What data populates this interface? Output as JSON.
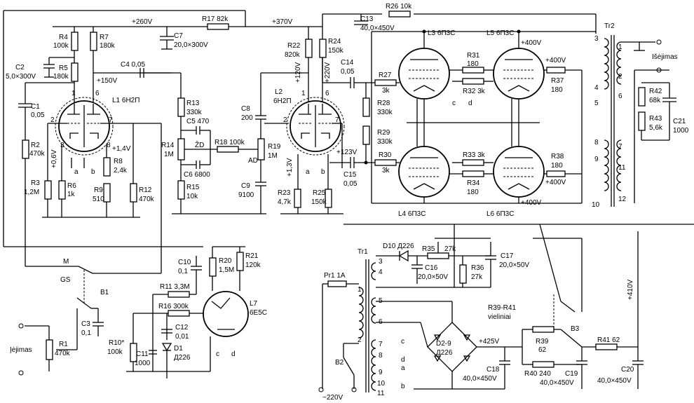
{
  "voltages": {
    "v260": "+260V",
    "v370": "+370V",
    "v150": "+150V",
    "v120": "+120V",
    "v220": "+220V",
    "v123": "+123V",
    "v13": "+1,3V",
    "v06": "+0,6V",
    "v14": "+1,4V",
    "v400a": "+400V",
    "v400b": "+400V",
    "v400c": "+400V",
    "v400d": "+400V",
    "v425": "+425V",
    "v410": "+410V",
    "mains": "~220V"
  },
  "resistors": {
    "r1": "R1",
    "r1v": "470k",
    "r2": "R2",
    "r2v": "470k",
    "r3": "R3",
    "r3v": "1,2M",
    "r4": "R4",
    "r4v": "100k",
    "r5": "R5",
    "r5v": "180k",
    "r6": "R6",
    "r6v": "1k",
    "r7": "R7",
    "r7v": "180k",
    "r8": "R8",
    "r8v": "2,4k",
    "r9": "R9",
    "r9v": "510",
    "r10": "R10*",
    "r10v": "100k",
    "r11": "R11 3,3M",
    "r12": "R12",
    "r12v": "470k",
    "r13": "R13",
    "r13v": "330k",
    "r14": "R14",
    "r14v": "1M",
    "r15": "R15",
    "r15v": "10k",
    "r16": "R16 300k",
    "r17": "R17 82k",
    "r18": "R18 100k",
    "r19": "R19",
    "r19v": "1M",
    "r20": "R20",
    "r20v": "1,5M",
    "r21": "R21",
    "r21v": "120k",
    "r22": "R22",
    "r22v": "820k",
    "r23": "R23",
    "r23v": "4,7k",
    "r24": "R24",
    "r24v": "150k",
    "r25": "R25",
    "r25v": "150k",
    "r26": "R26 10k",
    "r27": "R27",
    "r27v": "3k",
    "r28": "R28",
    "r28v": "330k",
    "r29": "R29",
    "r29v": "330k",
    "r30": "R30",
    "r30v": "3k",
    "r31": "R31",
    "r31v": "180",
    "r32": "R32 3k",
    "r33": "R33 3k",
    "r34": "R34",
    "r34v": "180",
    "r35": "R35",
    "r35v": "27k",
    "r36": "R36",
    "r36v": "27k",
    "r37": "R37",
    "r37v": "180",
    "r38": "R38",
    "r38v": "180",
    "r39": "R39",
    "r39v": "62",
    "r40": "R40 240",
    "r41": "R41 62",
    "r42": "R42",
    "r42v": "68k",
    "r43": "R43",
    "r43v": "5,6k",
    "r3941": "R39-R41",
    "r3941b": "vieliniai"
  },
  "capacitors": {
    "c1": "C1",
    "c1v": "0,05",
    "c2": "C2",
    "c2v": "5,0×300V",
    "c3": "C3",
    "c3v": "0,1",
    "c4": "C4 0,05",
    "c5": "C5 470",
    "c6": "C6 6800",
    "c7": "C7",
    "c7v": "20,0×300V",
    "c8": "C8",
    "c8v": "200",
    "c9": "C9",
    "c9v": "9100",
    "c10": "C10",
    "c10v": "0,1",
    "c11": "C11",
    "c11v": "1000",
    "c12": "C12",
    "c12v": "0,01",
    "c13": "C13",
    "c13v": "40,0×450V",
    "c14": "C14",
    "c14v": "0,05",
    "c15": "C15",
    "c15v": "0,05",
    "c16": "C16",
    "c16v": "20,0×50V",
    "c17": "C17",
    "c17v": "20,0×50V",
    "c18": "C18",
    "c18v": "40,0×450V",
    "c19": "C19",
    "c19v": "40,0×450V",
    "c20": "C20",
    "c20v": "40,0×450V",
    "c21": "C21",
    "c21v": "1000"
  },
  "tubes": {
    "l1": "L1 6Н2П",
    "l2": "L2",
    "l2v": "6Н2П",
    "l3": "L3 6П3С",
    "l4": "L4 6П3С",
    "l5": "L5 6П3С",
    "l6": "L6 6П3С",
    "l7": "L7",
    "l7v": "6Е5С"
  },
  "misc": {
    "d1": "D1",
    "d1v": "Д226",
    "d10": "D10 Д226",
    "d29": "D2-9",
    "d29v": "Д226",
    "tr1": "Tr1",
    "tr2": "Tr2",
    "pr1": "Pr1 1A",
    "b1": "B1",
    "b2": "B2",
    "b3": "B3",
    "m": "M",
    "gs": "GS",
    "ad": "AD",
    "zd": "ŽD",
    "input": "Įėjimas",
    "output": "Išėjimas",
    "a": "a",
    "b": "b",
    "c": "c",
    "d": "d"
  },
  "pins": {
    "p1": "1",
    "p2": "2",
    "p3": "3",
    "p4": "4",
    "p5": "5",
    "p6": "6",
    "p7": "7",
    "p8": "8",
    "p9": "9",
    "p10": "10",
    "p11": "11",
    "p12": "12"
  }
}
